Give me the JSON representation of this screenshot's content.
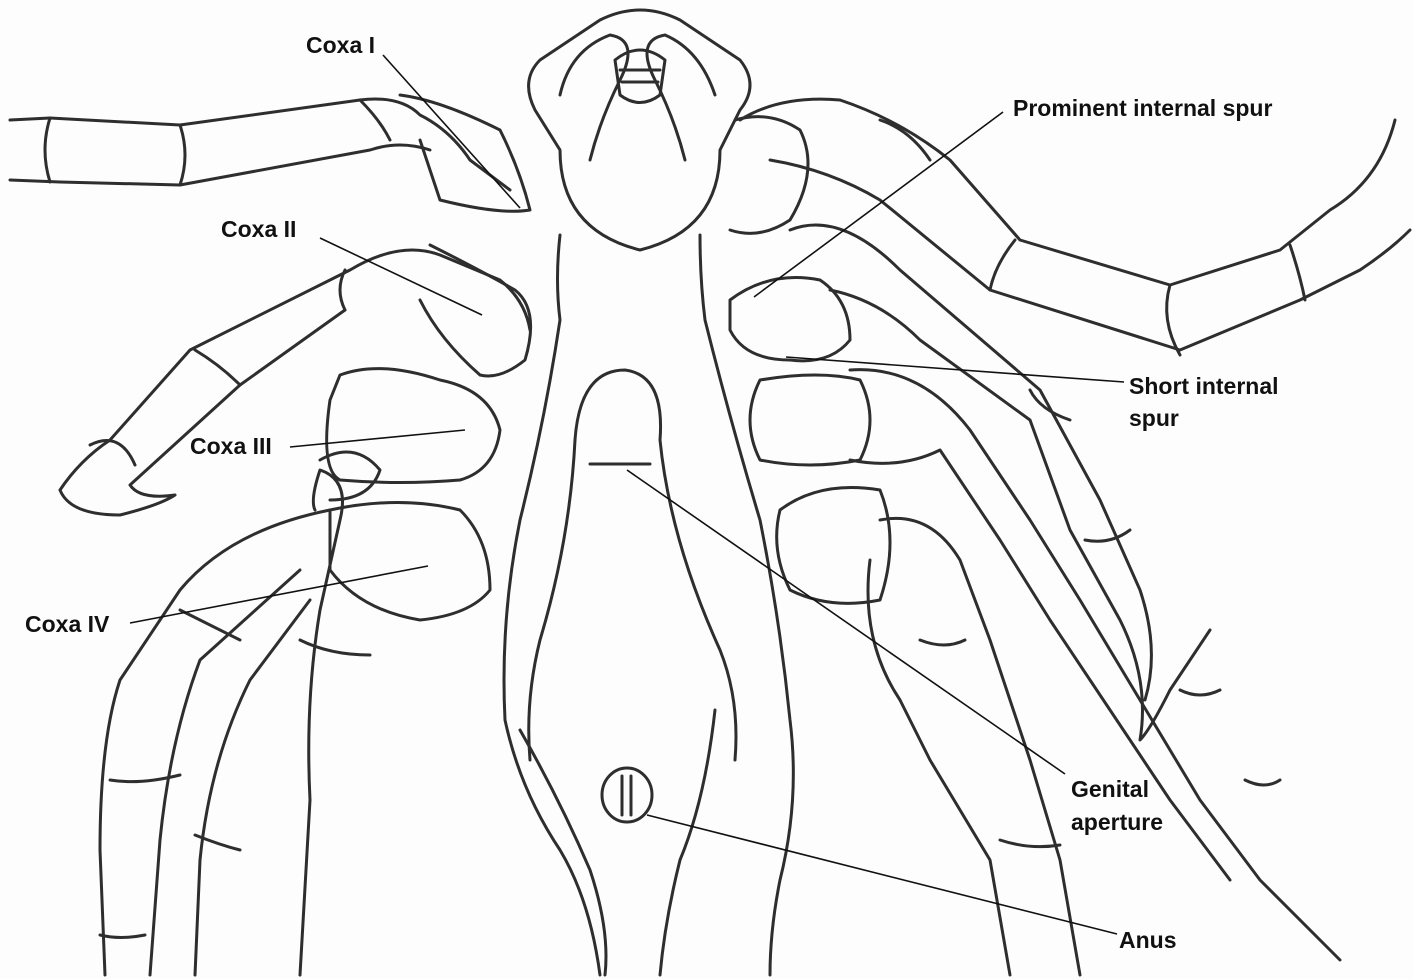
{
  "labels": {
    "coxa_i": "Coxa I",
    "coxa_ii": "Coxa II",
    "coxa_iii": "Coxa III",
    "coxa_iv": "Coxa IV",
    "prominent_internal_spur": "Prominent internal spur",
    "short_internal_spur_line1": "Short internal",
    "short_internal_spur_line2": "spur",
    "genital_aperture_line1": "Genital",
    "genital_aperture_line2": "aperture",
    "anus": "Anus"
  },
  "colors": {
    "outline": "#2e2e2e",
    "leader": "#111111",
    "background": "#fdfdfd"
  }
}
